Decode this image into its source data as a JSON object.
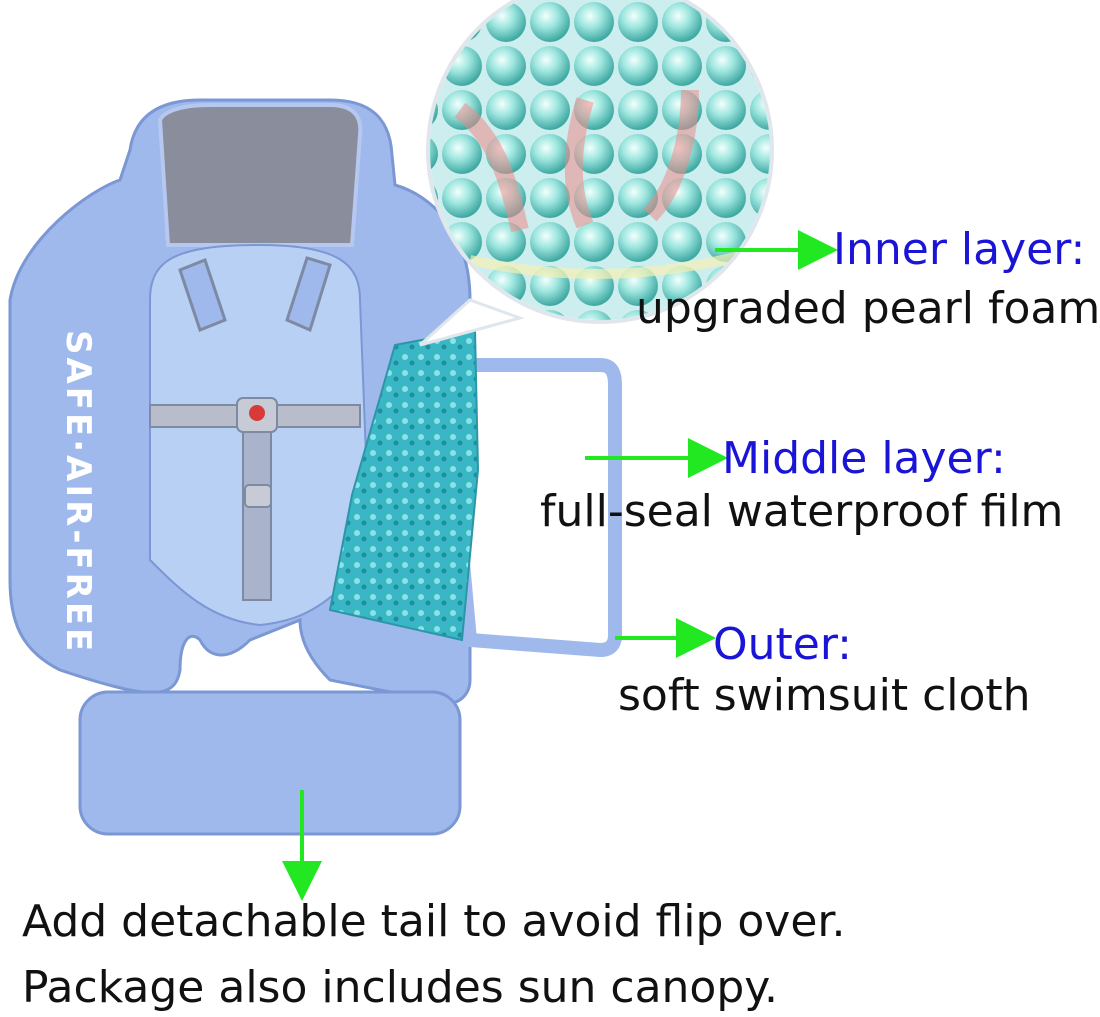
{
  "product": {
    "side_print": "SAFE·AIR-FREE"
  },
  "layers": [
    {
      "title": "Inner layer:",
      "desc": "upgraded pearl foam"
    },
    {
      "title": "Middle layer:",
      "desc": "full-seal waterproof film"
    },
    {
      "title": "Outer:",
      "desc": "soft swimsuit cloth"
    }
  ],
  "captions": [
    "Add detachable tail to avoid flip over.",
    "Package also includes sun canopy."
  ],
  "colors": {
    "label_blue": "#1a14d6",
    "arrow_green": "#22e822",
    "float_blue": "#9fb9ec",
    "foam_teal": "#7fdcd6"
  }
}
